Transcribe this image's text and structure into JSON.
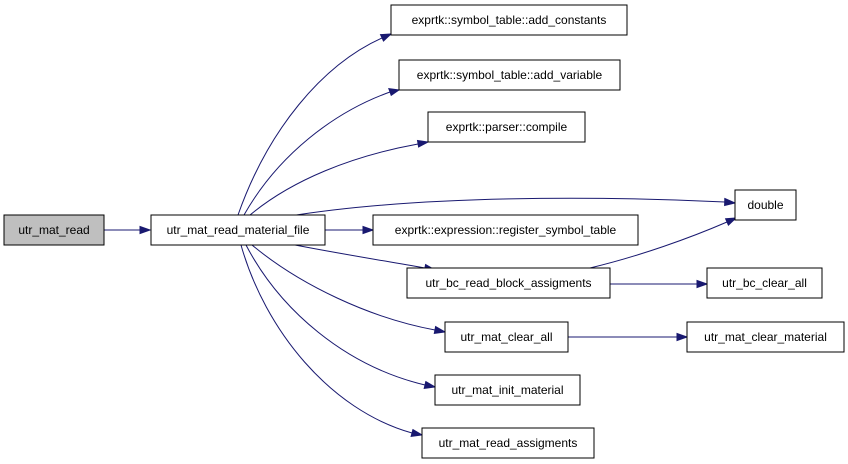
{
  "colors": {
    "edge": "#191970",
    "node_fill": "#ffffff",
    "root_fill": "#bfbfbf",
    "border": "#000000"
  },
  "nodes": {
    "utr_mat_read": "utr_mat_read",
    "utr_mat_read_material_file": "utr_mat_read_material_file",
    "add_constants": "exprtk::symbol_table::add_constants",
    "add_variable": "exprtk::symbol_table::add_variable",
    "compile": "exprtk::parser::compile",
    "double": "double",
    "register_symbol_table": "exprtk::expression::register_symbol_table",
    "utr_bc_read_block_assigments": "utr_bc_read_block_assigments",
    "utr_bc_clear_all": "utr_bc_clear_all",
    "utr_mat_clear_all": "utr_mat_clear_all",
    "utr_mat_clear_material": "utr_mat_clear_material",
    "utr_mat_init_material": "utr_mat_init_material",
    "utr_mat_read_assigments": "utr_mat_read_assigments"
  }
}
